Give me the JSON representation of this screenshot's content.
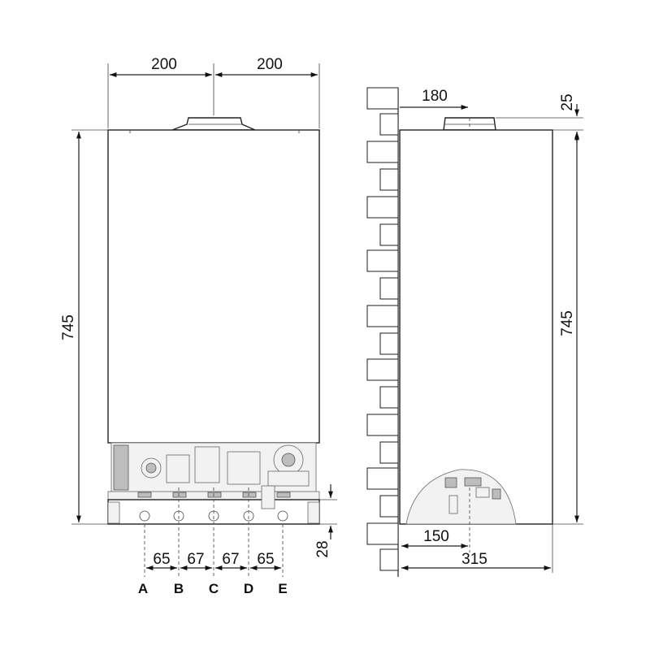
{
  "front_view": {
    "width_left": "200",
    "width_right": "200",
    "height": "745",
    "bottom_offset": "28",
    "connection_spacings": [
      "65",
      "67",
      "67",
      "65"
    ],
    "connections": [
      "A",
      "B",
      "C",
      "D",
      "E"
    ]
  },
  "side_view": {
    "flue_offset": "180",
    "top_offset": "25",
    "height": "745",
    "connection_depth": "150",
    "depth": "315"
  }
}
